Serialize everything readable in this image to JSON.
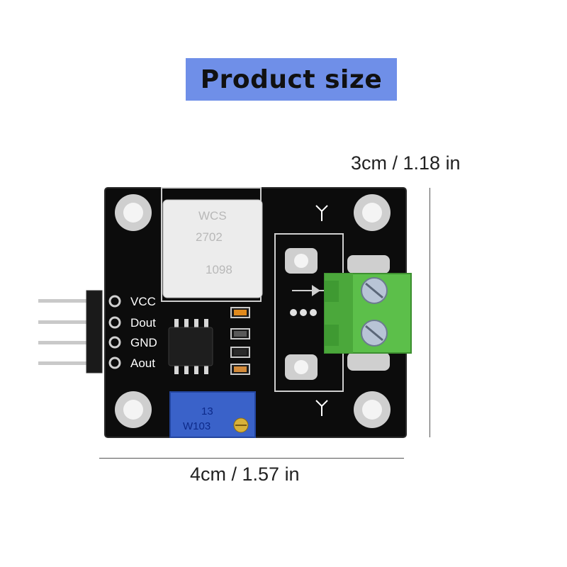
{
  "banner": {
    "title": "Product size",
    "color": "#6f8fe8"
  },
  "dimensions": {
    "height": "3cm / 1.18 in",
    "width": "4cm / 1.57 in"
  },
  "board": {
    "pin_labels": [
      "VCC",
      "Dout",
      "GND",
      "Aout"
    ],
    "sensor_marking": [
      "WCS",
      "2702",
      "1098"
    ],
    "pot_marking": [
      "13",
      "W103"
    ],
    "pcb_color": "#0c0c0c",
    "terminal_color": "#5cbf4a"
  }
}
